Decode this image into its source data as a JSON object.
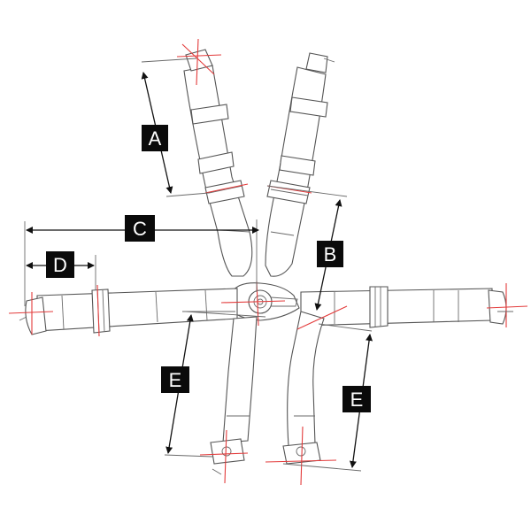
{
  "labels": {
    "a": "A",
    "b": "B",
    "c": "C",
    "d": "D",
    "e_left": "E",
    "e_right": "E"
  },
  "colors": {
    "line": "#555555",
    "dimension": "#111111",
    "accent": "#e33b3b",
    "label_bg": "#0a0a0a",
    "label_text": "#ffffff"
  }
}
